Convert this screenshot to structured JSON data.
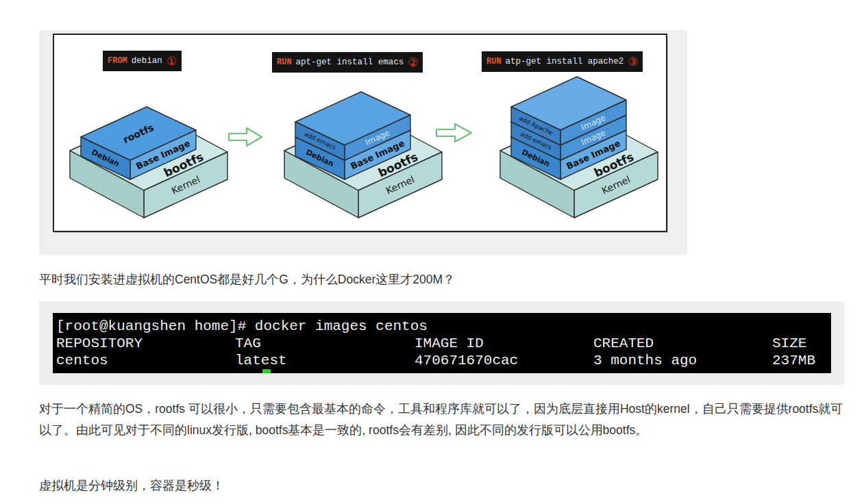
{
  "diagram": {
    "nodes": [
      {
        "text": [
          "FROM",
          "debian",
          "①"
        ]
      },
      {
        "text": [
          "RUN",
          "apt-get install emacs",
          "②"
        ]
      },
      {
        "text": [
          "RUN",
          "atp-get install apache2",
          "③"
        ]
      },
      {
        "text": [
          "rootfs",
          "Debian",
          "Base Image"
        ]
      },
      {
        "text": [
          "bootfs",
          "Kernel"
        ]
      },
      {
        "text": [
          "add emacs",
          "Image"
        ]
      },
      {
        "text": [
          "Debian",
          "Base Image"
        ]
      },
      {
        "text": [
          "bootfs",
          "Kernel"
        ]
      },
      {
        "text": [
          "add Apache",
          "Image"
        ]
      },
      {
        "text": [
          "add emacs",
          "Image"
        ]
      },
      {
        "text": [
          "Debian",
          "Base Image"
        ]
      },
      {
        "text": [
          "bootfs",
          "Kernel"
        ]
      }
    ],
    "labels": [
      "平时我们安装进虚拟机的CentOS都是好几个G，为什么Docker这里才200M？",
      "[root@kuangshen home]# docker images centos",
      "REPOSITORY",
      "TAG",
      "IMAGE ID",
      "CREATED",
      "SIZE",
      "centos",
      "latest",
      "470671670cac",
      "3 months ago",
      "237MB",
      "对于一个精简的OS，rootfs 可以很小，只需要包含最基本的命令，工具和程序库就可以了，因为底层直接用Host的kernel，自己只需要提供rootfs就可以了。由此可见对于不同的linux发行版, bootfs基本是一致的, rootfs会有差别, 因此不同的发行版可以公用bootfs。",
      "虚拟机是分钟级别，容器是秒级！"
    ]
  }
}
